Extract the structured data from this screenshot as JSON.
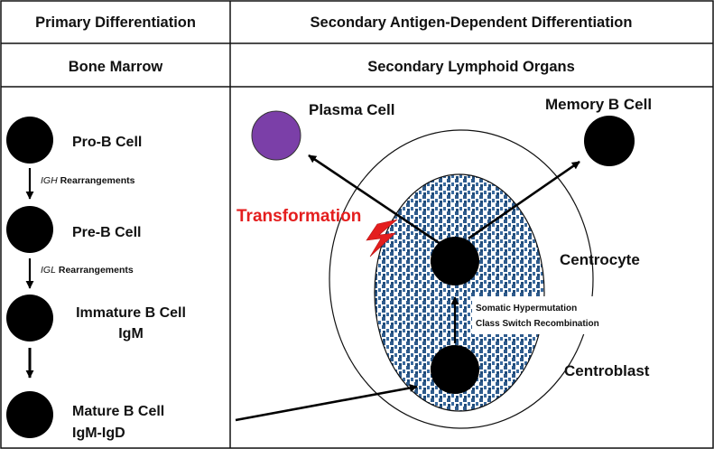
{
  "headers": {
    "left_title": "Primary Differentiation",
    "right_title": "Secondary Antigen-Dependent Differentiation",
    "left_sub": "Bone Marrow",
    "right_sub": "Secondary Lymphoid Organs"
  },
  "bone_marrow": {
    "pro_b": "Pro-B Cell",
    "step1_italic": "IGH",
    "step1_rest": " Rearrangements",
    "pre_b": "Pre-B Cell",
    "step2_italic": "IGL",
    "step2_rest": " Rearrangements",
    "immature_line1": "Immature B Cell",
    "immature_line2": "IgM",
    "mature_line1": "Mature B Cell",
    "mature_line2": "IgM-IgD"
  },
  "lymphoid": {
    "plasma_cell": "Plasma Cell",
    "memory_b_cell": "Memory B Cell",
    "transformation": "Transformation",
    "centrocyte": "Centrocyte",
    "centroblast": "Centroblast",
    "process_line1": "Somatic Hypermutation",
    "process_line2": "Class Switch Recombination"
  },
  "colors": {
    "cell": "#000000",
    "plasma": "#7b3fa8",
    "pattern": "#2d5a8c",
    "transformation": "#e41e1e",
    "bolt": "#e41e1e"
  }
}
